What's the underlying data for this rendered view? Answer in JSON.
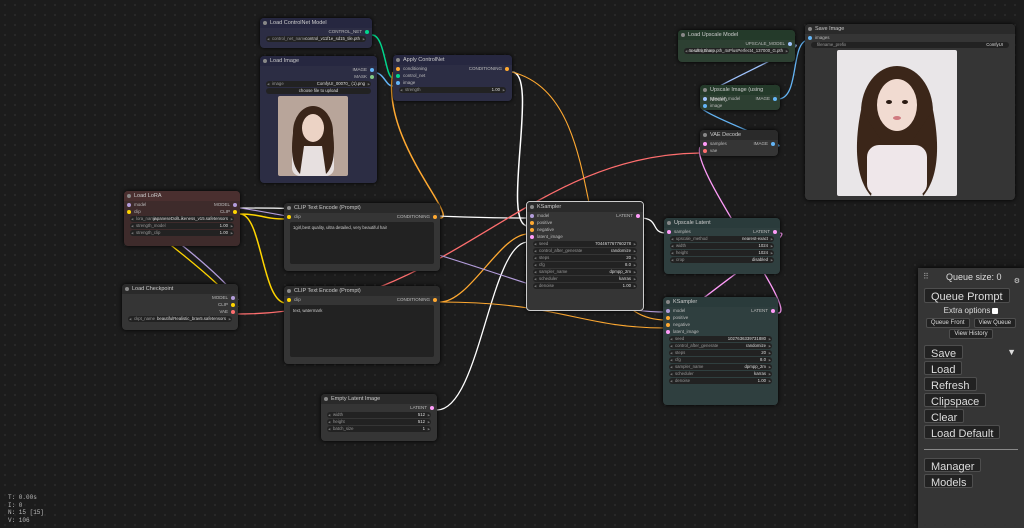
{
  "nodes": {
    "load_controlnet": {
      "title": "Load ControlNet Model",
      "out_label": "CONTROL_NET",
      "w_label": "control_net_name",
      "w_value": "control_v11f1e_sd15_tile.pth"
    },
    "apply_controlnet": {
      "title": "Apply ControlNet",
      "in1": "conditioning",
      "in2": "control_net",
      "in3": "image",
      "out_label": "CONDITIONING",
      "w_label": "strength",
      "w_value": "1.00"
    },
    "load_image": {
      "title": "Load Image",
      "out1": "IMAGE",
      "out2": "MASK",
      "w_label": "image",
      "w_value": "ComfyUI_00070_ (1).png",
      "upload": "choose file to upload"
    },
    "load_lora": {
      "title": "Load LoRA",
      "in1": "model",
      "in2": "clip",
      "out1": "MODEL",
      "out2": "CLIP",
      "w1_label": "lora_name",
      "w1_value": "japaneseDollLikeness_v15.safetensors",
      "w2_label": "strength_model",
      "w2_value": "1.00",
      "w3_label": "strength_clip",
      "w3_value": "1.00"
    },
    "clip_pos": {
      "title": "CLIP Text Encode (Prompt)",
      "in1": "clip",
      "out_label": "CONDITIONING",
      "text": "1girl,best quality, ultra detailed, very beautiful hair"
    },
    "clip_neg": {
      "title": "CLIP Text Encode (Prompt)",
      "in1": "clip",
      "out_label": "CONDITIONING",
      "text": "text, watermark"
    },
    "load_checkpoint": {
      "title": "Load Checkpoint",
      "out1": "MODEL",
      "out2": "CLIP",
      "out3": "VAE",
      "w_label": "ckpt_name",
      "w_value": "beautifulRealistic_brav5.safetensors"
    },
    "empty_latent": {
      "title": "Empty Latent Image",
      "out_label": "LATENT",
      "w1_label": "width",
      "w1_value": "512",
      "w2_label": "height",
      "w2_value": "512",
      "w3_label": "batch_size",
      "w3_value": "1"
    },
    "ksampler1": {
      "title": "KSampler",
      "in1": "model",
      "in2": "positive",
      "in3": "negative",
      "in4": "latent_image",
      "out_label": "LATENT",
      "widgets": [
        [
          "seed",
          "704467767760278"
        ],
        [
          "control_after_generate",
          "randomize"
        ],
        [
          "steps",
          "20"
        ],
        [
          "cfg",
          "8.0"
        ],
        [
          "sampler_name",
          "dpmpp_2m"
        ],
        [
          "scheduler",
          "karras"
        ],
        [
          "denoise",
          "1.00"
        ]
      ]
    },
    "load_upscale": {
      "title": "Load Upscale Model",
      "out_label": "UPSCALE_MODEL",
      "w_label": "model_name",
      "w_value": "4x-UltraSharp.pth_4xPlusPerfect4_137000_G.pth"
    },
    "upscale_image": {
      "title": "Upscale Image (using Model)",
      "in1": "upscale_model",
      "in2": "image",
      "out_label": "IMAGE"
    },
    "vae_decode": {
      "title": "VAE Decode",
      "in1": "samples",
      "in2": "vae",
      "out_label": "IMAGE"
    },
    "save_image": {
      "title": "Save Image",
      "in1": "images",
      "w_label": "filename_prefix",
      "w_value": "ComfyUI"
    },
    "upscale_latent": {
      "title": "Upscale Latent",
      "in1": "samples",
      "out_label": "LATENT",
      "widgets": [
        [
          "upscale_method",
          "nearest-exact"
        ],
        [
          "width",
          "1024"
        ],
        [
          "height",
          "1024"
        ],
        [
          "crop",
          "disabled"
        ]
      ]
    },
    "ksampler2": {
      "title": "KSampler",
      "in1": "model",
      "in2": "positive",
      "in3": "negative",
      "in4": "latent_image",
      "out_label": "LATENT",
      "widgets": [
        [
          "seed",
          "1027636339731880"
        ],
        [
          "control_after_generate",
          "randomize"
        ],
        [
          "steps",
          "20"
        ],
        [
          "cfg",
          "8.0"
        ],
        [
          "sampler_name",
          "dpmpp_2m"
        ],
        [
          "scheduler",
          "karras"
        ],
        [
          "denoise",
          "1.00"
        ]
      ]
    }
  },
  "menu": {
    "queue_size": "Queue size: 0",
    "queue_prompt": "Queue Prompt",
    "extra_options": "Extra options",
    "queue_front": "Queue Front",
    "view_queue": "View Queue",
    "view_history": "View History",
    "save": "Save",
    "load": "Load",
    "refresh": "Refresh",
    "clipspace": "Clipspace",
    "clear": "Clear",
    "load_default": "Load Default",
    "manager": "Manager",
    "models": "Models"
  },
  "stats": {
    "t": "T: 0.00s",
    "i": "I: 0",
    "n": "N: 15 [15]",
    "v": "V: 106"
  },
  "colors": {
    "model": "#b39ddb",
    "clip": "#ffd500",
    "conditioning": "#ffa931",
    "latent": "#ff9cf9",
    "image": "#64b5f6",
    "vae": "#ff6e6e",
    "control_net": "#00d78d",
    "upscale_model": "#a0c4ff"
  },
  "icons": {
    "drag": "drag-handle-icon",
    "settings": "gear-icon",
    "save_menu": "chevron-down-icon"
  }
}
